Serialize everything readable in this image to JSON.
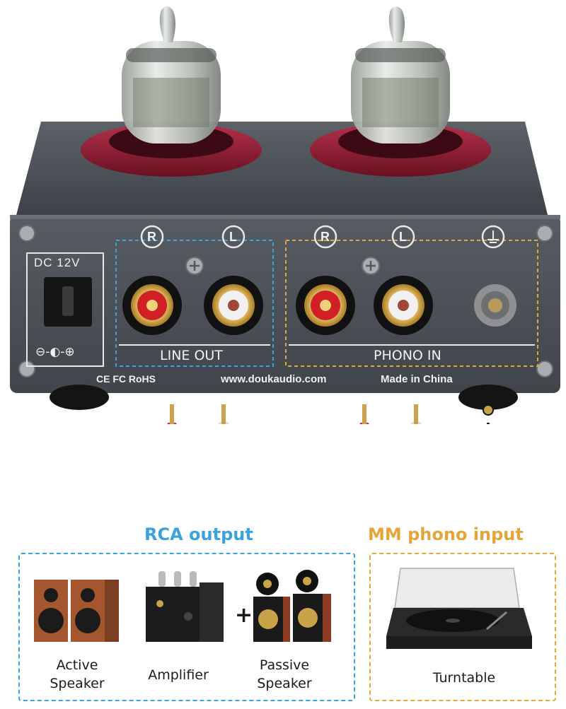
{
  "colors": {
    "rca_blue": "#3aa3dc",
    "phono_gold": "#e2a63a",
    "chassis": "#4b5057",
    "tube_ring": "#8d1b30",
    "jack_red": "#d01f26",
    "jack_white": "#f1f1f1"
  },
  "device": {
    "power_label": "DC 12V",
    "power_polarity": "⊖-◐-⊕",
    "line_out": {
      "right": "R",
      "left": "L",
      "label": "LINE OUT"
    },
    "phono_in": {
      "right": "R",
      "left": "L",
      "ground_icon": "ground-icon",
      "label": "PHONO IN"
    },
    "certifications": "CE FC RoHS",
    "website": "www.doukaudio.com",
    "origin": "Made in China"
  },
  "connections": {
    "rca_output": "RCA output",
    "mm_phono_input": "MM phono input"
  },
  "devices": {
    "active_speaker": [
      "Active",
      "Speaker"
    ],
    "amplifier": "Amplifier",
    "plus": "+",
    "passive_speaker": [
      "Passive",
      "Speaker"
    ],
    "turntable": "Turntable"
  }
}
